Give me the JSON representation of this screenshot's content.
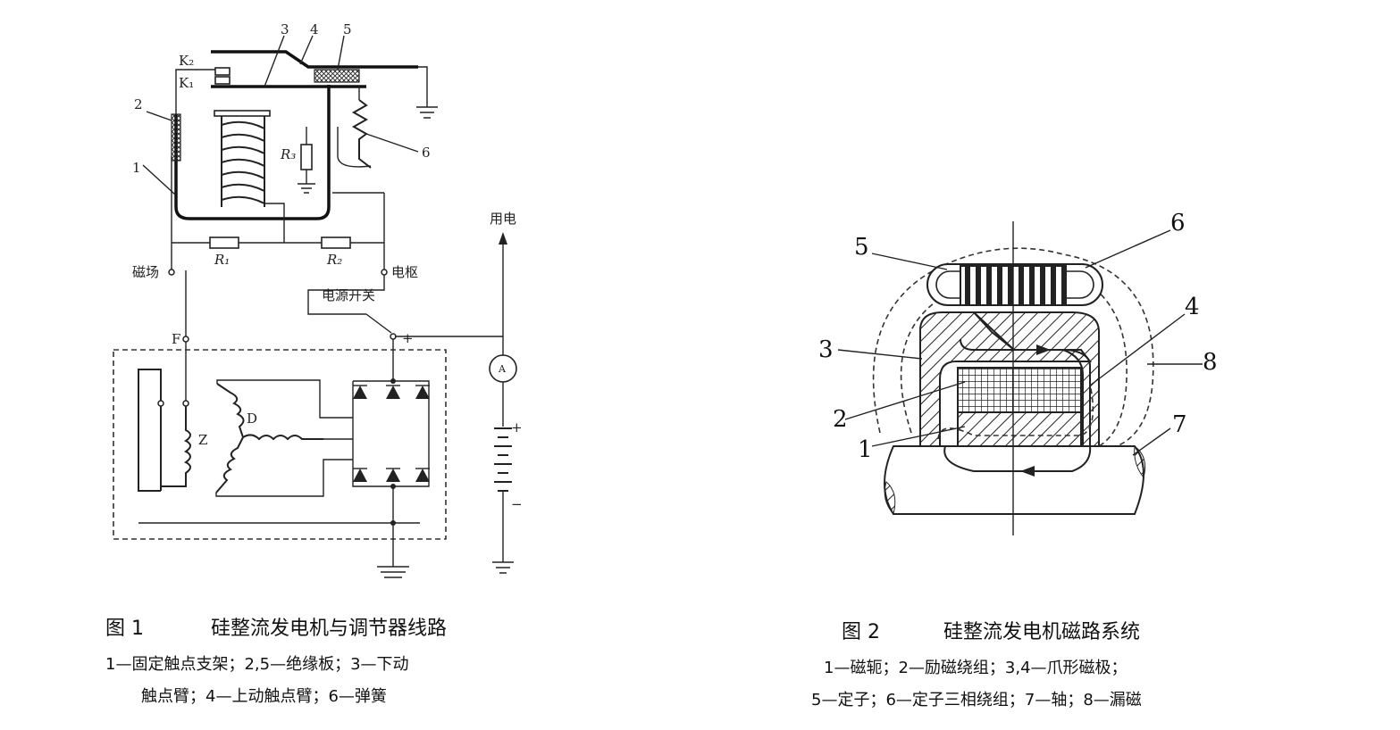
{
  "figure1": {
    "number": "图 1",
    "title": "硅整流发电机与调节器线路",
    "legend_line1": "1—固定触点支架；2,5—绝缘板；3—下动",
    "legend_line2": "触点臂；4—上动触点臂；6—弹簧",
    "labels": {
      "k2": "K₂",
      "k1": "K₁",
      "n1": "1",
      "n2": "2",
      "n3": "3",
      "n4": "4",
      "n5": "5",
      "n6": "6",
      "r1": "R₁",
      "r2": "R₂",
      "r3": "R₃",
      "field": "磁场",
      "armature": "电枢",
      "switch": "电源开关",
      "load": "用电",
      "f": "F",
      "plus": "+",
      "d": "D",
      "z": "Z",
      "ammeter": "A",
      "bat_plus": "+",
      "bat_minus": "−"
    }
  },
  "figure2": {
    "number": "图 2",
    "title": "硅整流发电机磁路系统",
    "legend_line1": "1—磁轭；2—励磁绕组；3,4—爪形磁极；",
    "legend_line2": "5—定子；6—定子三相绕组；7—轴；8—漏磁",
    "labels": {
      "n1": "1",
      "n2": "2",
      "n3": "3",
      "n4": "4",
      "n5": "5",
      "n6": "6",
      "n7": "7",
      "n8": "8"
    }
  }
}
